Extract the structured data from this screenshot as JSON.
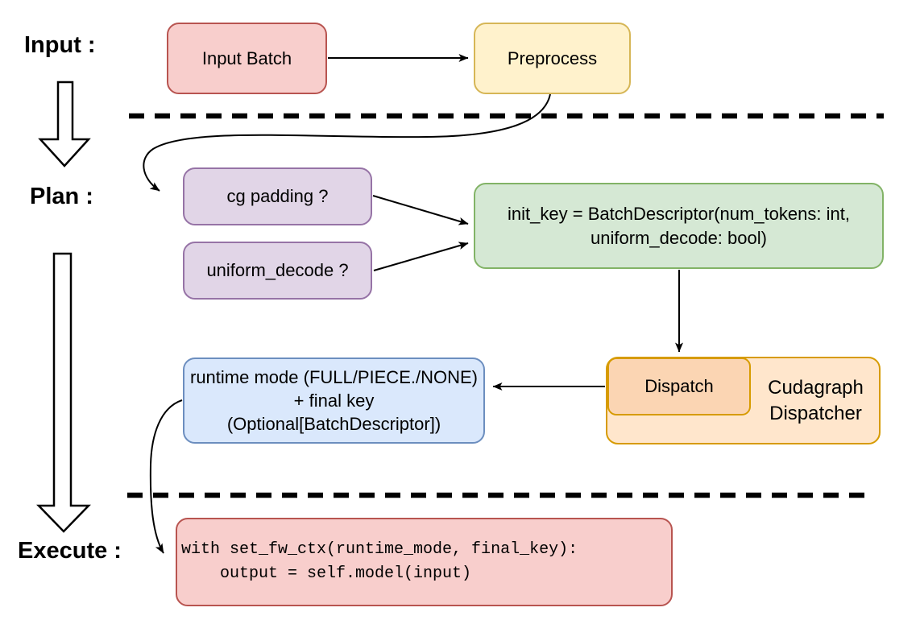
{
  "sections": {
    "input": "Input :",
    "plan": "Plan :",
    "execute": "Execute :"
  },
  "nodes": {
    "input_batch": "Input Batch",
    "preprocess": "Preprocess",
    "cg_padding": "cg padding ?",
    "uniform_decode": "uniform_decode ?",
    "init_key_line1": "init_key = BatchDescriptor(num_tokens: int,",
    "init_key_line2": "uniform_decode: bool)",
    "dispatch": "Dispatch",
    "dispatcher_line1": "Cudagraph",
    "dispatcher_line2": "Dispatcher",
    "runtime_line1": "runtime mode (FULL/PIECE./NONE)",
    "runtime_line2": "+ final key (Optional[BatchDescriptor])",
    "code_line1": "with set_fw_ctx(runtime_mode, final_key):",
    "code_line2": "    output = self.model(input)"
  },
  "colors": {
    "background": "#ffffff",
    "text": "#000000",
    "connector": "#000000",
    "red-fill": "#f8cecc",
    "red-stroke": "#b85450",
    "yellow-fill": "#fff2cc",
    "yellow-stroke": "#d6b656",
    "purple-fill": "#e1d5e7",
    "purple-stroke": "#9673a6",
    "green-fill": "#d5e8d4",
    "green-stroke": "#82b366",
    "orange-fill": "#ffe6cc",
    "orange-inner-fill": "#fbd5b3",
    "orange-stroke": "#d79b00",
    "blue-fill": "#dae8fc",
    "blue-stroke": "#6c8ebf"
  }
}
